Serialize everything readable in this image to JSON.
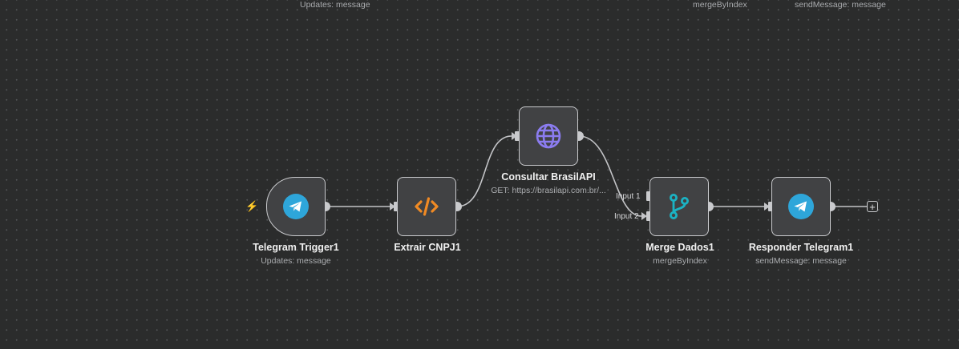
{
  "top_partial": {
    "left_subtitle": "Updates: message",
    "mid_subtitle": "mergeByIndex",
    "right_subtitle": "sendMessage: message"
  },
  "nodes": [
    {
      "id": "telegram-trigger",
      "title": "Telegram Trigger1",
      "subtitle": "Updates: message",
      "icon": "telegram-icon"
    },
    {
      "id": "extrair-cnpj",
      "title": "Extrair CNPJ1",
      "subtitle": "",
      "icon": "code-icon"
    },
    {
      "id": "consultar-brasilapi",
      "title": "Consultar BrasilAPI",
      "subtitle": "GET: https://brasilapi.com.br/...",
      "icon": "globe-icon"
    },
    {
      "id": "merge-dados",
      "title": "Merge Dados1",
      "subtitle": "mergeByIndex",
      "icon": "merge-icon",
      "inputs": [
        "Input 1",
        "Input 2"
      ]
    },
    {
      "id": "responder-telegram",
      "title": "Responder Telegram1",
      "subtitle": "sendMessage: message",
      "icon": "telegram-icon"
    }
  ],
  "add_button_label": "+",
  "trigger_indicator": "⚡",
  "colors": {
    "telegram": "#2ea6da",
    "code": "#f08a24",
    "globe": "#8b7cf0",
    "merge": "#1bb3c4",
    "bolt": "#e4554f"
  }
}
